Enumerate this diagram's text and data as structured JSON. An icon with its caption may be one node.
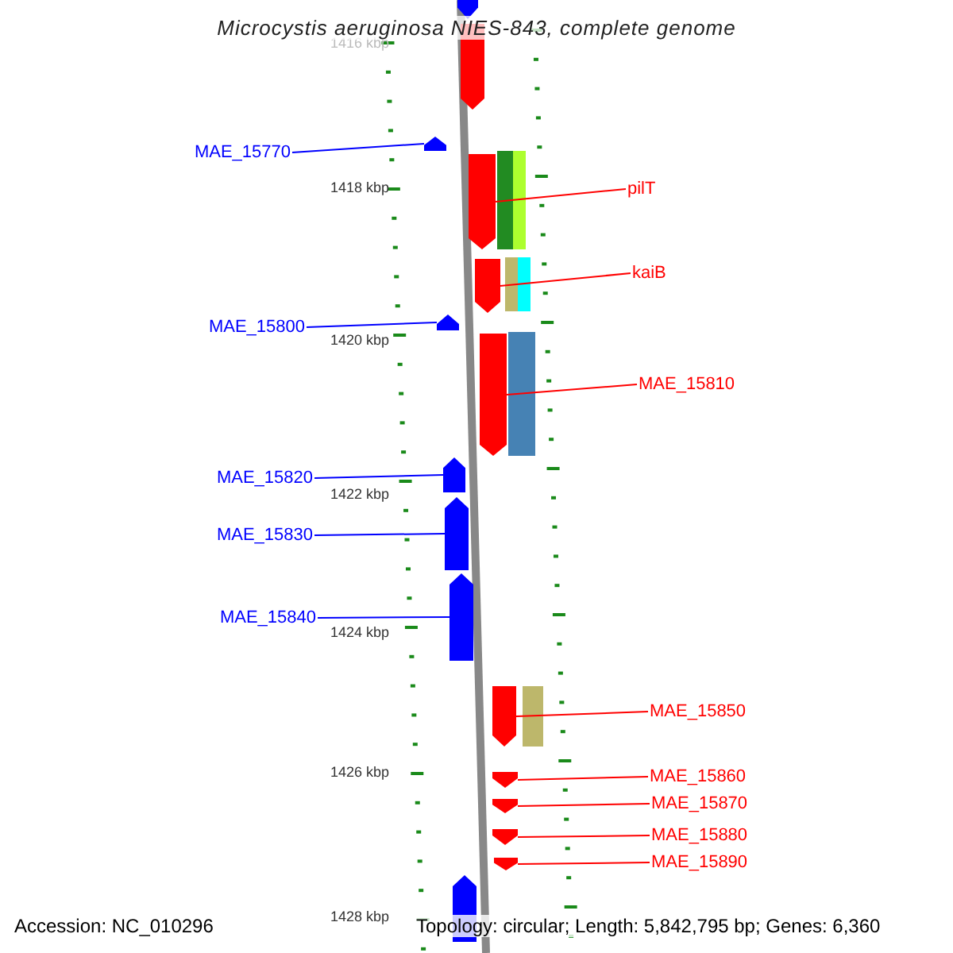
{
  "diagram": {
    "title": "Microcystis aeruginosa NIES-843, complete genome",
    "nodes": [
      {
        "text": [
          "MAE_15770"
        ]
      },
      {
        "text": [],
        "shape": "bar"
      },
      {
        "text": [
          "pilT"
        ]
      },
      {
        "text": [],
        "shape": "bar"
      },
      {
        "text": [
          "kaiB"
        ]
      },
      {
        "text": [],
        "shape": "bar"
      },
      {
        "text": [
          "MAE_15800"
        ]
      },
      {
        "text": [],
        "shape": "bar"
      },
      {
        "text": [
          "MAE_15810"
        ]
      },
      {
        "text": [],
        "shape": "bar"
      },
      {
        "text": [
          "MAE_15820"
        ]
      },
      {
        "text": [],
        "shape": "bar"
      },
      {
        "text": [
          "MAE_15830"
        ]
      },
      {
        "text": [],
        "shape": "bar"
      },
      {
        "text": [
          "MAE_15840"
        ]
      },
      {
        "text": [],
        "shape": "bar"
      },
      {
        "text": [
          "MAE_15850"
        ]
      },
      {
        "text": [],
        "shape": "bar"
      },
      {
        "text": [
          "MAE_15860"
        ]
      },
      {
        "text": [],
        "shape": "bar"
      },
      {
        "text": [
          "MAE_15870"
        ]
      },
      {
        "text": [],
        "shape": "bar"
      },
      {
        "text": [
          "MAE_15880"
        ]
      },
      {
        "text": [],
        "shape": "bar"
      },
      {
        "text": [
          "MAE_15890"
        ]
      },
      {
        "text": [],
        "shape": "bar"
      }
    ],
    "edges": [
      {
        "from": 0,
        "to": 1,
        "arrow": "none",
        "color": "#0000ff"
      },
      {
        "from": 2,
        "to": 3,
        "arrow": "none"
      },
      {
        "from": 4,
        "to": 5,
        "arrow": "none"
      },
      {
        "from": 6,
        "to": 7,
        "arrow": "none",
        "color": "#0000ff"
      },
      {
        "from": 8,
        "to": 9,
        "arrow": "none"
      },
      {
        "from": 10,
        "to": 11,
        "arrow": "none",
        "color": "#0000ff"
      },
      {
        "from": 12,
        "to": 13,
        "arrow": "none",
        "color": "#0000ff"
      },
      {
        "from": 14,
        "to": 15,
        "arrow": "none",
        "color": "#0000ff"
      },
      {
        "from": 16,
        "to": 17,
        "arrow": "none"
      },
      {
        "from": 18,
        "to": 19,
        "arrow": "none"
      },
      {
        "from": 20,
        "to": 21,
        "arrow": "none"
      },
      {
        "from": 22,
        "to": 23,
        "arrow": "none"
      },
      {
        "from": 24,
        "to": 25,
        "arrow": "none"
      }
    ],
    "labels": [
      "1416 kbp",
      "1418 kbp",
      "1420 kbp",
      "1422 kbp",
      "1424 kbp",
      "1426 kbp",
      "1428 kbp",
      "Accession: NC_010296",
      "Topology: circular; Length: 5,842,795 bp; Genes: 6,360"
    ]
  }
}
